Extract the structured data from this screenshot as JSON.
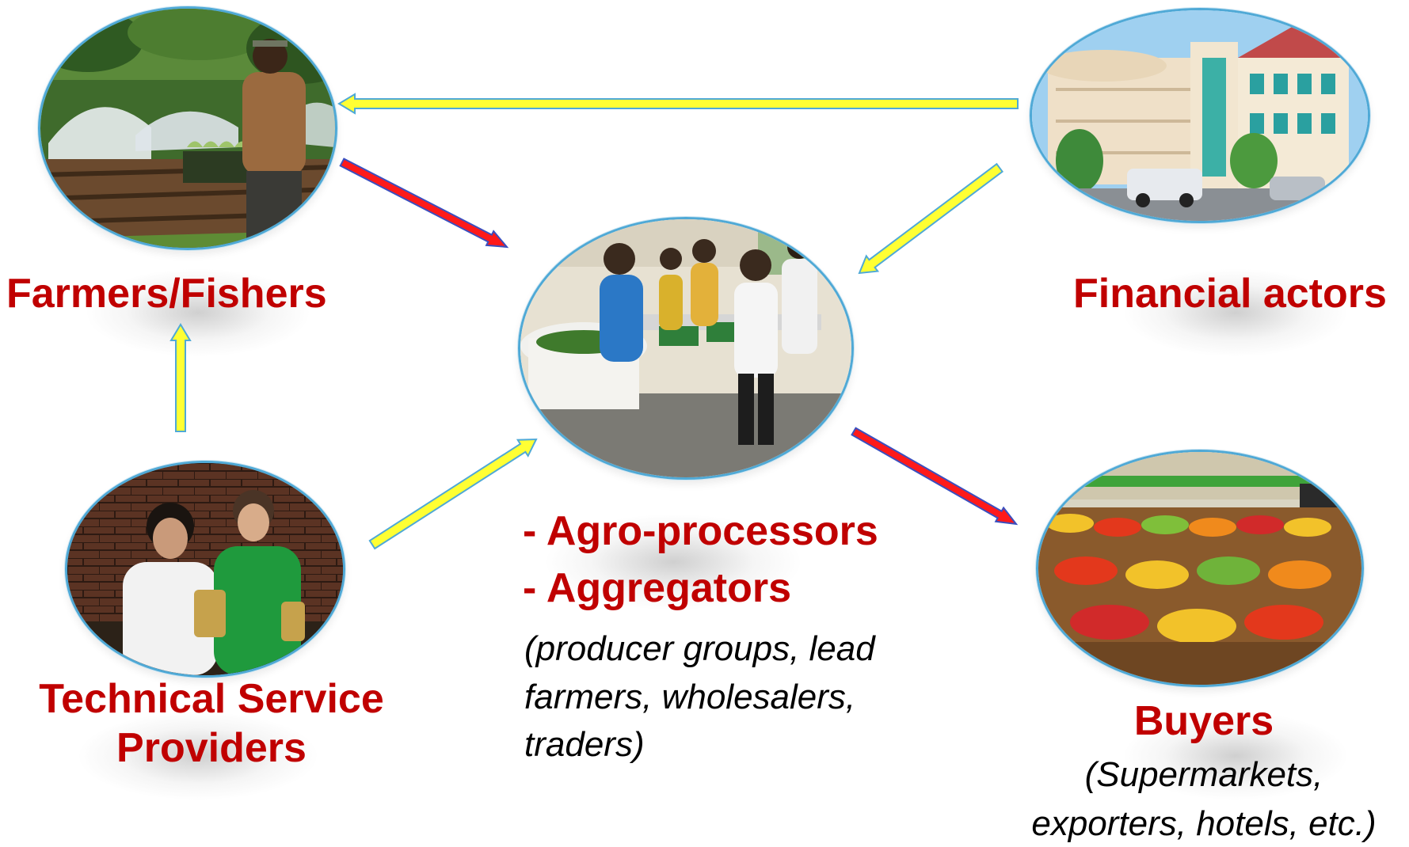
{
  "nodes": {
    "farmers": {
      "label": "Farmers/Fishers"
    },
    "financial": {
      "label": "Financial actors"
    },
    "technical": {
      "label_line1": "Technical Service",
      "label_line2": "Providers"
    },
    "processors": {
      "label_line1": "- Agro-processors",
      "label_line2": "- Aggregators",
      "note_line1": "(producer groups, lead",
      "note_line2": "farmers, wholesalers,",
      "note_line3": "traders)"
    },
    "buyers": {
      "label": "Buyers",
      "note_line1": "(Supermarkets,",
      "note_line2": "exporters, hotels, etc.)"
    }
  },
  "colors": {
    "label_red": "#c00000",
    "photo_border": "#4fa9d6",
    "service_arrow_fill": "#ffff33",
    "service_arrow_outline": "#4fa9d6",
    "product_arrow_fill": "#ff1a1a",
    "product_arrow_outline": "#3a4fbf"
  },
  "arrows": [
    {
      "from": "financial",
      "to": "farmers",
      "kind": "service"
    },
    {
      "from": "financial",
      "to": "processors",
      "kind": "service"
    },
    {
      "from": "technical",
      "to": "farmers",
      "kind": "service"
    },
    {
      "from": "technical",
      "to": "processors",
      "kind": "service"
    },
    {
      "from": "farmers",
      "to": "processors",
      "kind": "product"
    },
    {
      "from": "processors",
      "to": "buyers",
      "kind": "product"
    }
  ],
  "photos": [
    {
      "node": "farmers",
      "subject": "farmer holding seedling tray beside greenhouse"
    },
    {
      "node": "financial",
      "subject": "bank building with parked cars"
    },
    {
      "node": "processors",
      "subject": "workers processing vegetables in a facility"
    },
    {
      "node": "technical",
      "subject": "two extension officers holding produce samples"
    },
    {
      "node": "buyers",
      "subject": "supermarket produce aisle with fruit baskets"
    }
  ]
}
